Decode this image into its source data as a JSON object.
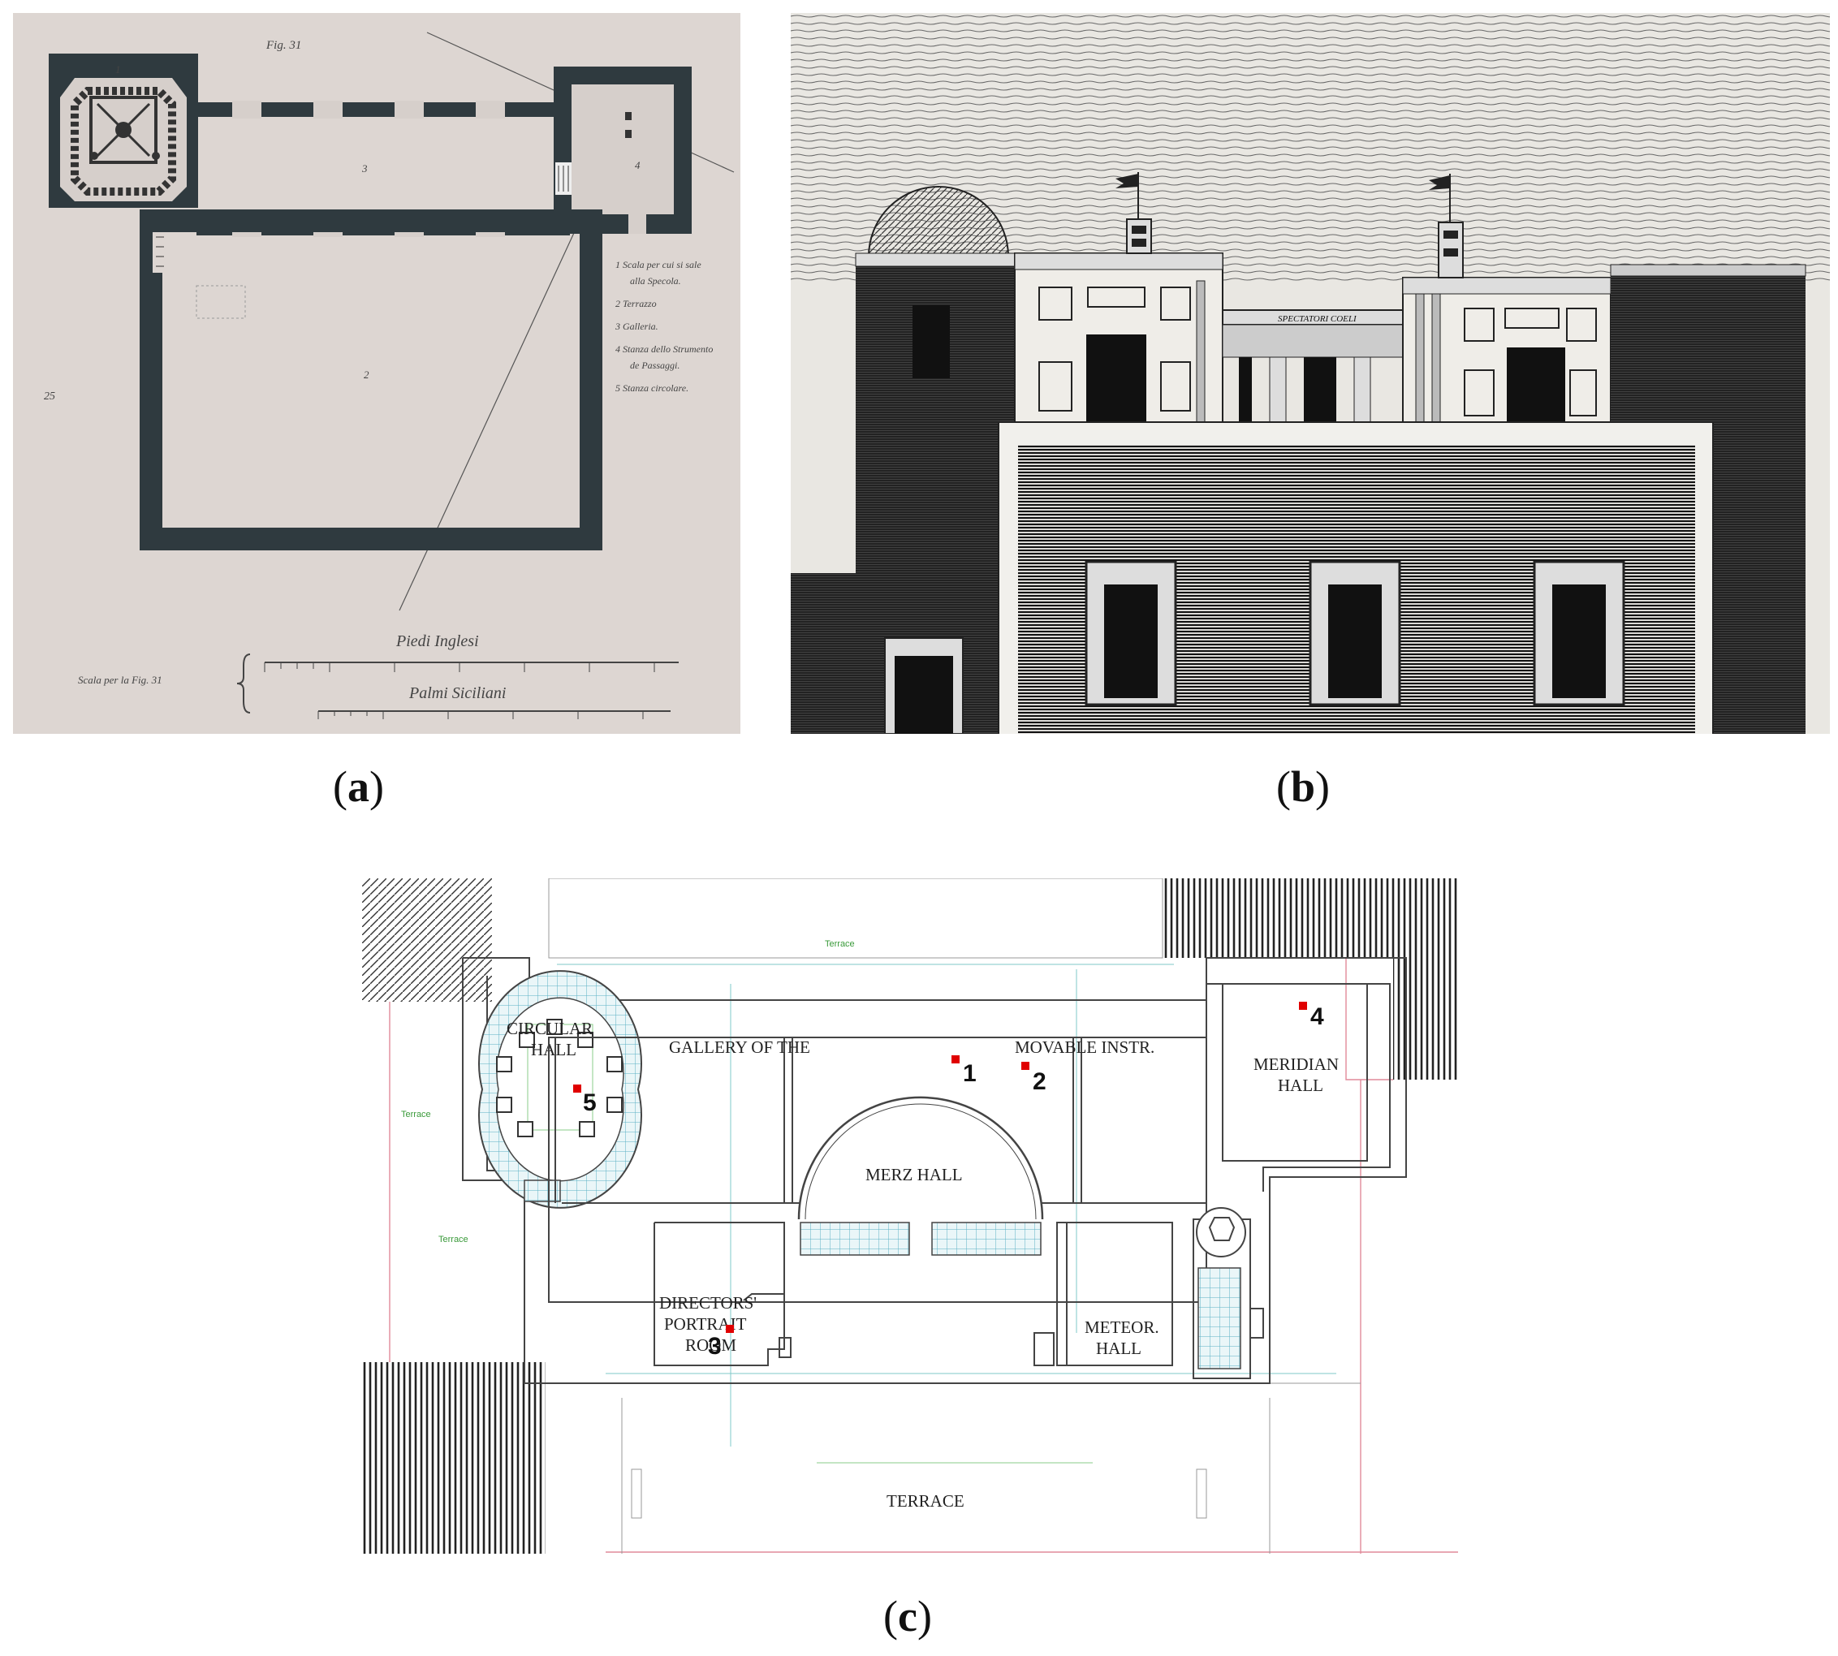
{
  "captions": {
    "a": "a",
    "b": "b",
    "c": "c"
  },
  "panel_a": {
    "fig_label": "Fig. 31",
    "page_number": "25",
    "room_numbers": [
      "1",
      "2",
      "3",
      "4"
    ],
    "legend": [
      "1 Scala per cui si sale",
      "alla Specola.",
      "2 Terrazzo",
      "3 Galleria.",
      "4 Stanza dello Strumento",
      "de Passaggi.",
      "5 Stanza circolare."
    ],
    "scale_label": "Scala per la Fig. 31",
    "scale_top": "Piedi Inglesi",
    "scale_bottom": "Palmi Siciliani"
  },
  "panel_b": {
    "inscription": "SPECTATORI COELI"
  },
  "panel_c": {
    "rooms": {
      "circular_1": "CIRCULAR",
      "circular_2": "HALL",
      "gallery_left": "GALLERY OF THE",
      "gallery_right": "MOVABLE INSTR.",
      "merz": "MERZ HALL",
      "meridian_1": "MERIDIAN",
      "meridian_2": "HALL",
      "directors_1": "DIRECTORS'",
      "directors_2": "PORTRAIT",
      "directors_3": "ROOM",
      "meteor_1": "METEOR.",
      "meteor_2": "HALL",
      "terrace": "TERRACE"
    },
    "terrace_small": "Terrace",
    "markers": [
      "1",
      "2",
      "3",
      "4",
      "5"
    ],
    "marker_color": "#e00000"
  }
}
